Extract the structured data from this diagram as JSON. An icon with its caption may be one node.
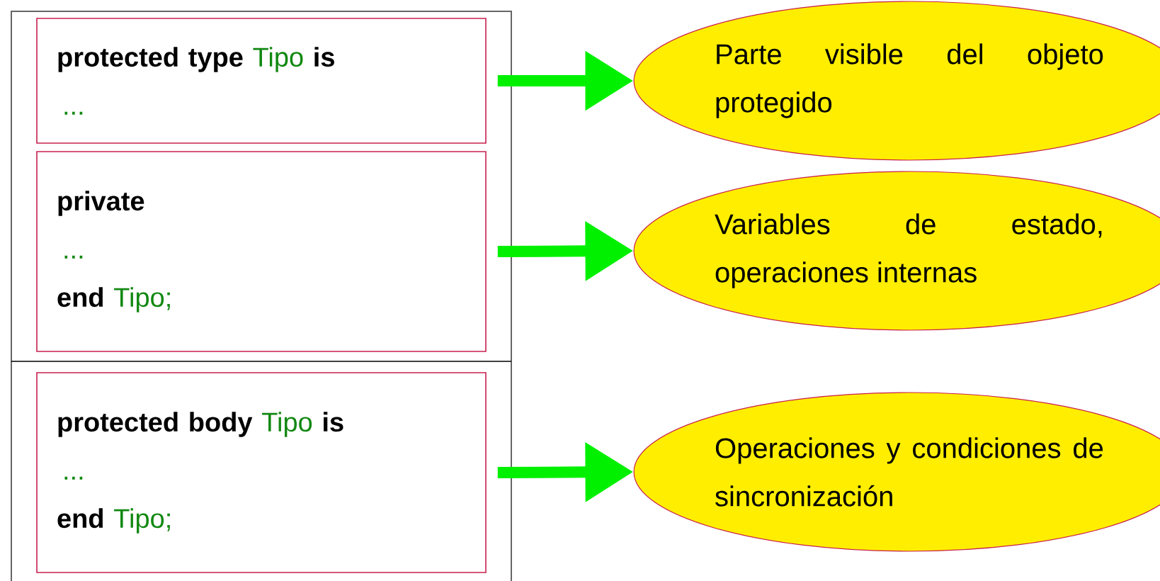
{
  "diagram": {
    "nodes": [
      {
        "text": [
          "protected type",
          "Tipo",
          "is",
          "..."
        ]
      },
      {
        "text": [
          "private",
          "...",
          "end",
          "Tipo;"
        ]
      },
      {
        "text": [
          "protected body",
          "Tipo",
          "is",
          "...",
          "end",
          "Tipo;"
        ]
      },
      {
        "text": [
          "Parte visible del objeto protegido"
        ]
      },
      {
        "text": [
          "Variables de estado, operaciones internas"
        ]
      },
      {
        "text": [
          "Operaciones y condiciones de sincronización"
        ]
      }
    ],
    "edges": [
      {
        "from": 0,
        "to": 3,
        "arrow": "to"
      },
      {
        "from": 1,
        "to": 4,
        "arrow": "to"
      },
      {
        "from": 2,
        "to": 5,
        "arrow": "to"
      }
    ]
  }
}
